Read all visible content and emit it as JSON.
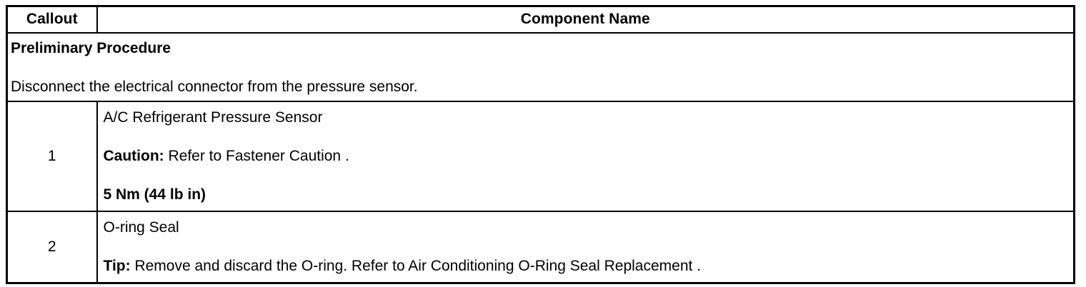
{
  "table": {
    "headers": {
      "callout": "Callout",
      "component_name": "Component Name"
    },
    "preliminary": {
      "title": "Preliminary Procedure",
      "body": "Disconnect the electrical connector from the pressure sensor."
    },
    "rows": [
      {
        "callout": "1",
        "lines": [
          {
            "bold_prefix": "",
            "text": "A/C Refrigerant Pressure Sensor",
            "all_bold": false
          },
          {
            "bold_prefix": "Caution:",
            "text": " Refer to Fastener Caution .",
            "all_bold": false
          },
          {
            "bold_prefix": "",
            "text": "5 Nm (44 lb in)",
            "all_bold": true
          }
        ]
      },
      {
        "callout": "2",
        "lines": [
          {
            "bold_prefix": "",
            "text": "O-ring Seal",
            "all_bold": false
          },
          {
            "bold_prefix": "Tip:",
            "text": " Remove and discard the O-ring. Refer to Air Conditioning O-Ring Seal Replacement .",
            "all_bold": false
          }
        ]
      }
    ]
  },
  "colors": {
    "border": "#000000",
    "text": "#000000",
    "background": "#ffffff"
  }
}
